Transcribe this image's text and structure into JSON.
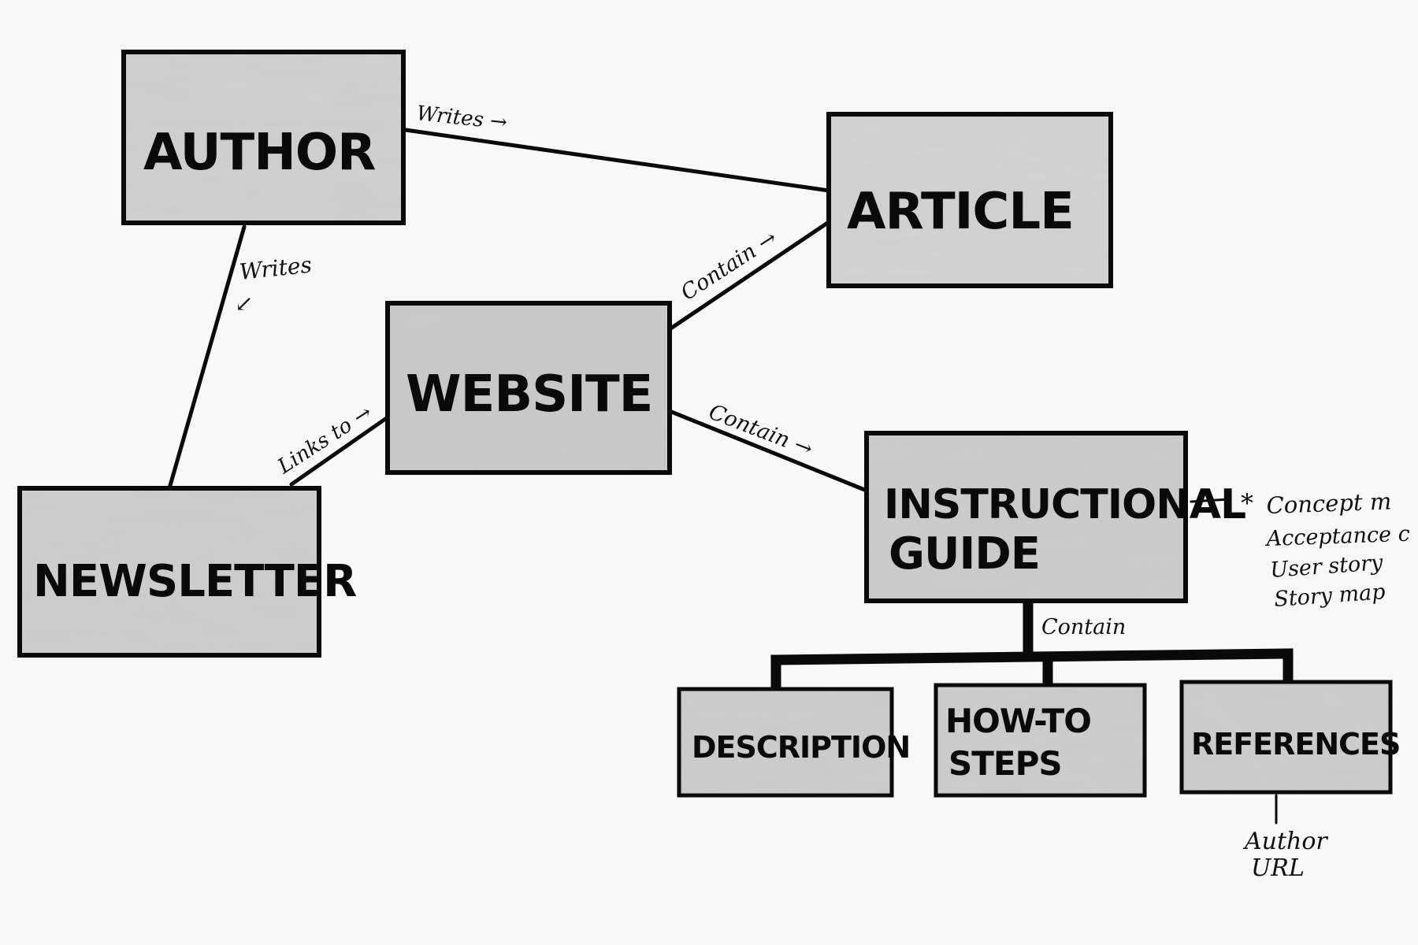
{
  "nodes": {
    "author": {
      "label": "AUTHOR"
    },
    "article": {
      "label": "ARTICLE"
    },
    "website": {
      "label": "WEBSITE"
    },
    "newsletter": {
      "label": "NEWSLETTER"
    },
    "instructional_guide": {
      "line1": "INSTRUCTIONAL",
      "line2": "GUIDE"
    },
    "description": {
      "label": "DESCRIPTION"
    },
    "how_to_steps": {
      "line1": "HOW-TO",
      "line2": "STEPS"
    },
    "references": {
      "label": "REFERENCES"
    }
  },
  "edges": {
    "author_article": "Writes →",
    "author_newsletter": "Writes",
    "author_newsletter_arrow": "↙",
    "website_article": "Contain →",
    "website_guide": "Contain →",
    "newsletter_website": "Links to →",
    "guide_children": "Contain"
  },
  "notes": {
    "guide_note": {
      "marker": "*",
      "lines": [
        "Concept m",
        "Acceptance c",
        "User story",
        "Story map"
      ]
    },
    "references_note": {
      "lines": [
        "Author",
        "URL"
      ]
    }
  }
}
